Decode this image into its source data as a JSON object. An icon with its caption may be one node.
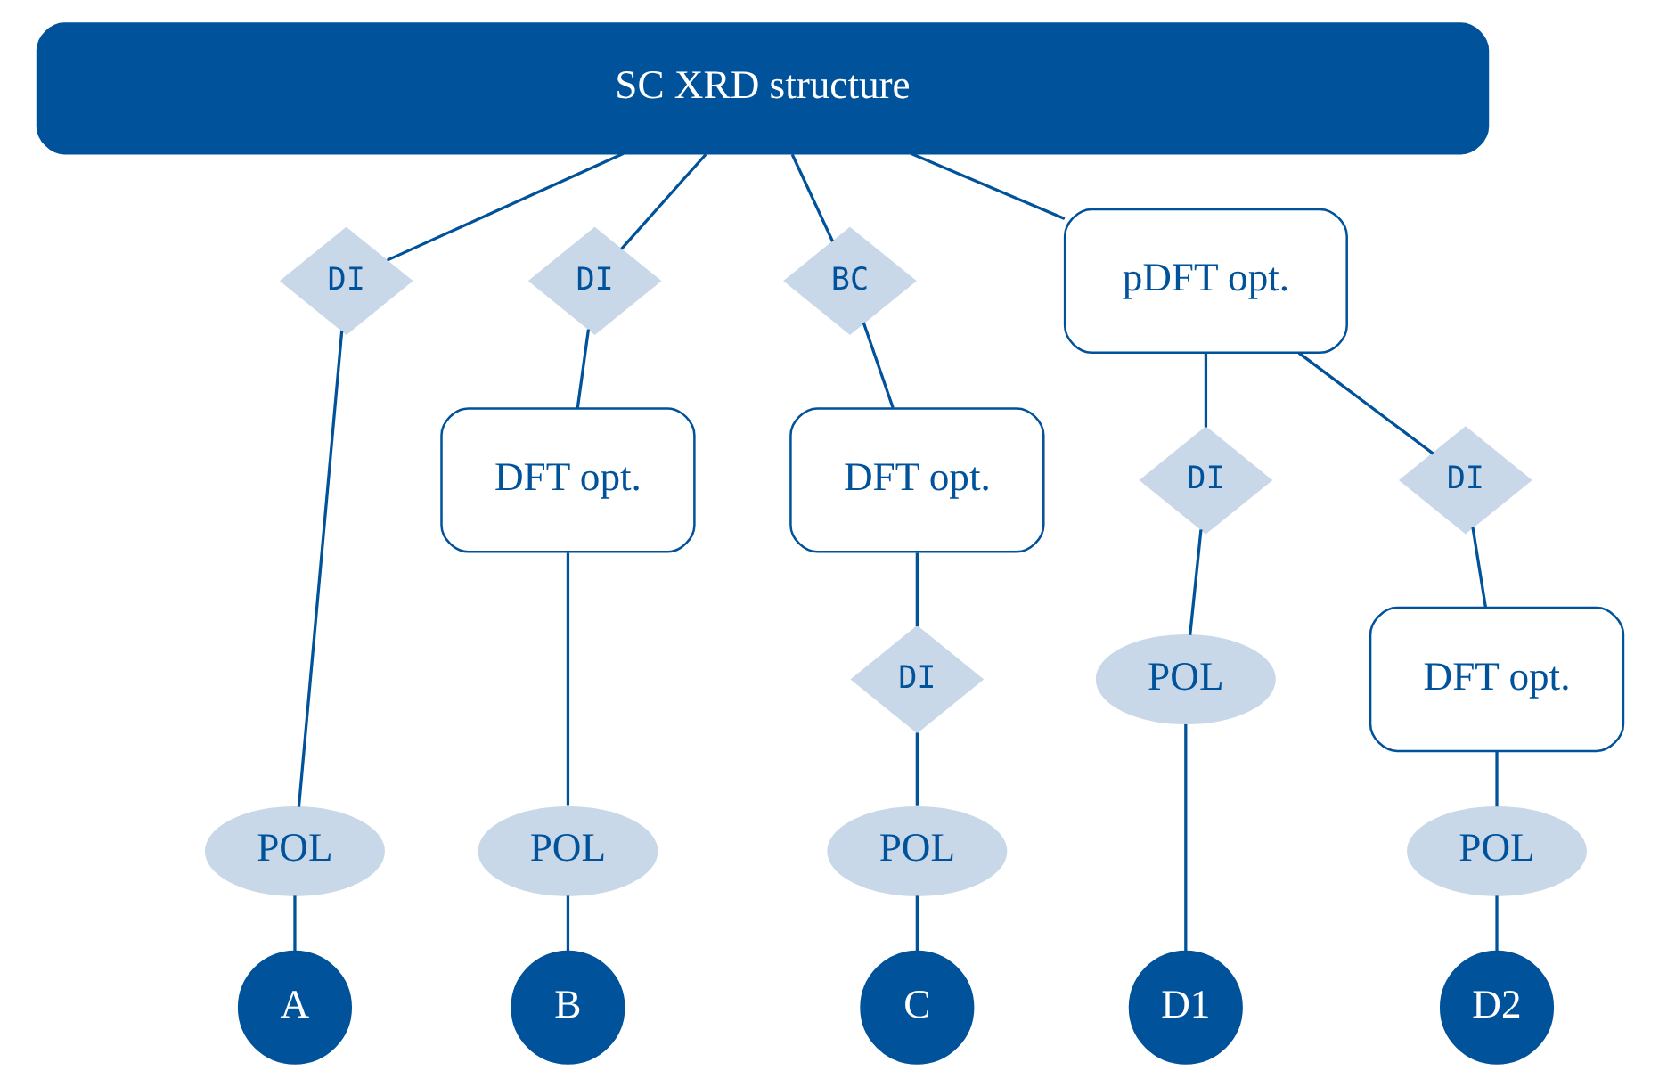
{
  "diagram": {
    "nodes": [
      {
        "text": [
          "SC XRD structure"
        ]
      },
      {
        "text": [
          "DI"
        ]
      },
      {
        "text": [
          "POL"
        ]
      },
      {
        "text": [
          "A"
        ]
      },
      {
        "text": [
          "DI"
        ]
      },
      {
        "text": [
          "DFT opt."
        ]
      },
      {
        "text": [
          "POL"
        ]
      },
      {
        "text": [
          "B"
        ]
      },
      {
        "text": [
          "BC"
        ]
      },
      {
        "text": [
          "DFT opt."
        ]
      },
      {
        "text": [
          "DI"
        ]
      },
      {
        "text": [
          "POL"
        ]
      },
      {
        "text": [
          "C"
        ]
      },
      {
        "text": [
          "pDFT opt."
        ]
      },
      {
        "text": [
          "DI"
        ]
      },
      {
        "text": [
          "POL"
        ]
      },
      {
        "text": [
          "D1"
        ]
      },
      {
        "text": [
          "DI"
        ]
      },
      {
        "text": [
          "DFT opt."
        ]
      },
      {
        "text": [
          "POL"
        ]
      },
      {
        "text": [
          "D2"
        ]
      }
    ],
    "edges": [
      {
        "from": 0,
        "to": 1,
        "arrow": "none"
      },
      {
        "from": 1,
        "to": 2,
        "arrow": "none"
      },
      {
        "from": 2,
        "to": 3,
        "arrow": "none"
      },
      {
        "from": 0,
        "to": 4,
        "arrow": "none"
      },
      {
        "from": 4,
        "to": 5,
        "arrow": "none"
      },
      {
        "from": 5,
        "to": 6,
        "arrow": "none"
      },
      {
        "from": 6,
        "to": 7,
        "arrow": "none"
      },
      {
        "from": 0,
        "to": 8,
        "arrow": "none"
      },
      {
        "from": 8,
        "to": 9,
        "arrow": "none"
      },
      {
        "from": 9,
        "to": 10,
        "arrow": "none"
      },
      {
        "from": 10,
        "to": 11,
        "arrow": "none"
      },
      {
        "from": 11,
        "to": 12,
        "arrow": "none"
      },
      {
        "from": 0,
        "to": 13,
        "arrow": "none"
      },
      {
        "from": 13,
        "to": 14,
        "arrow": "none"
      },
      {
        "from": 14,
        "to": 15,
        "arrow": "none"
      },
      {
        "from": 15,
        "to": 16,
        "arrow": "none"
      },
      {
        "from": 13,
        "to": 17,
        "arrow": "none"
      },
      {
        "from": 17,
        "to": 18,
        "arrow": "none"
      },
      {
        "from": 18,
        "to": 19,
        "arrow": "none"
      },
      {
        "from": 19,
        "to": 20,
        "arrow": "none"
      }
    ]
  }
}
